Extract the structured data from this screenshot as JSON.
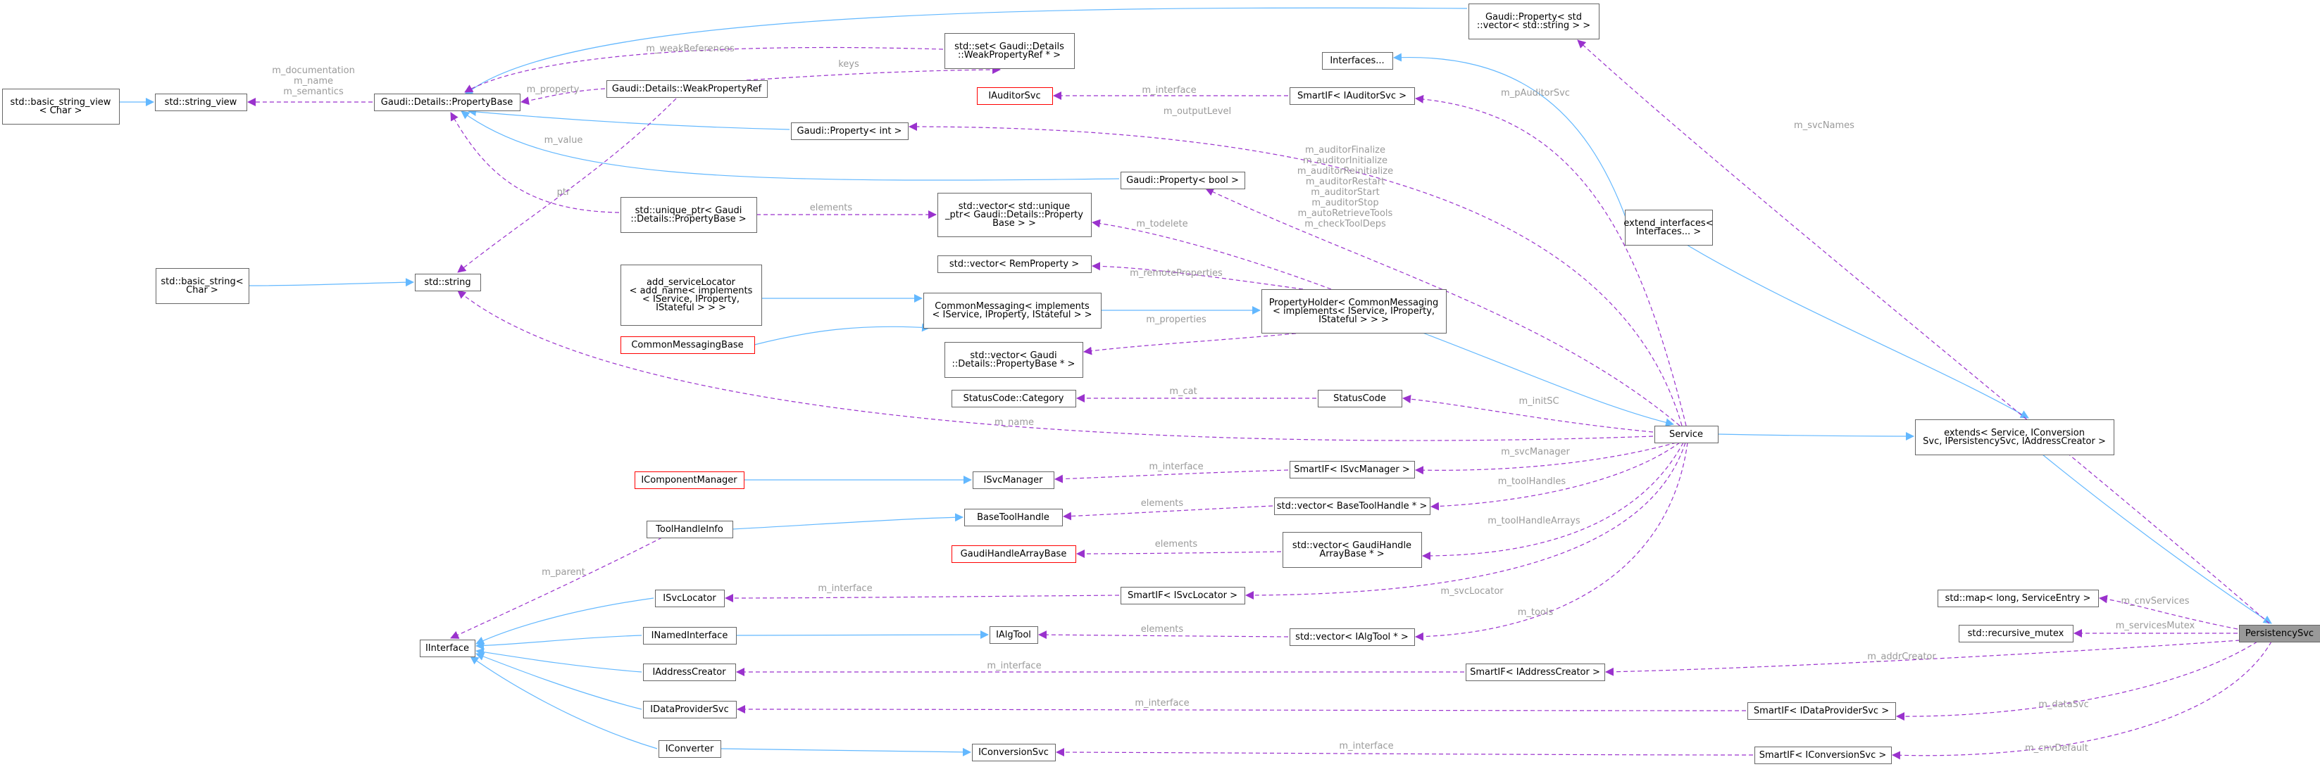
{
  "diagram": {
    "nodes": {
      "ps": {
        "lines": [
          "PersistencySvc"
        ],
        "style": "focus"
      },
      "ext": {
        "lines": [
          "extends< Service, IConversion",
          "Svc, IPersistencySvc, IAddressCreator >"
        ],
        "style": "normal"
      },
      "svc": {
        "lines": [
          "Service"
        ],
        "style": "normal"
      },
      "extint": {
        "lines": [
          "extend_interfaces<",
          "Interfaces... >"
        ],
        "style": "normal"
      },
      "ifaces": {
        "lines": [
          "Interfaces..."
        ],
        "style": "normal"
      },
      "phold": {
        "lines": [
          "PropertyHolder< CommonMessaging",
          "< implements< IService, IProperty,",
          "IStateful > > >"
        ],
        "style": "normal"
      },
      "cmsg": {
        "lines": [
          "CommonMessaging< implements",
          "< IService, IProperty, IStateful > >"
        ],
        "style": "normal"
      },
      "addsl": {
        "lines": [
          "add_serviceLocator",
          "< add_name< implements",
          "< IService, IProperty,",
          "IStateful > > >"
        ],
        "style": "normal"
      },
      "cmb": {
        "lines": [
          "CommonMessagingBase"
        ],
        "style": "red"
      },
      "pvecstr": {
        "lines": [
          "Gaudi::Property< std",
          "::vector< std::string > >"
        ],
        "style": "normal"
      },
      "pint": {
        "lines": [
          "Gaudi::Property< int >"
        ],
        "style": "normal"
      },
      "pbool": {
        "lines": [
          "Gaudi::Property< bool >"
        ],
        "style": "normal"
      },
      "pbase": {
        "lines": [
          "Gaudi::Details::PropertyBase"
        ],
        "style": "normal"
      },
      "wpref": {
        "lines": [
          "Gaudi::Details::WeakPropertyRef"
        ],
        "style": "normal"
      },
      "setwp": {
        "lines": [
          "std::set< Gaudi::Details",
          "::WeakPropertyRef * >"
        ],
        "style": "normal"
      },
      "sview": {
        "lines": [
          "std::string_view"
        ],
        "style": "normal"
      },
      "bsview": {
        "lines": [
          "std::basic_string_view",
          "< Char >"
        ],
        "style": "normal"
      },
      "str": {
        "lines": [
          "std::string"
        ],
        "style": "normal"
      },
      "bstr": {
        "lines": [
          "std::basic_string<",
          "Char >"
        ],
        "style": "normal"
      },
      "uptr": {
        "lines": [
          "std::unique_ptr< Gaudi",
          "::Details::PropertyBase >"
        ],
        "style": "normal"
      },
      "vecuptr": {
        "lines": [
          "std::vector< std::unique",
          "_ptr< Gaudi::Details::Property",
          "Base > >"
        ],
        "style": "normal"
      },
      "vecrem": {
        "lines": [
          "std::vector< RemProperty >"
        ],
        "style": "normal"
      },
      "vecpb": {
        "lines": [
          "std::vector< Gaudi",
          "::Details::PropertyBase * >"
        ],
        "style": "normal"
      },
      "iaud": {
        "lines": [
          "IAuditorSvc"
        ],
        "style": "red"
      },
      "sfaud": {
        "lines": [
          "SmartIF< IAuditorSvc >"
        ],
        "style": "normal"
      },
      "sccat": {
        "lines": [
          "StatusCode::Category"
        ],
        "style": "normal"
      },
      "sc": {
        "lines": [
          "StatusCode"
        ],
        "style": "normal"
      },
      "icm": {
        "lines": [
          "IComponentManager"
        ],
        "style": "red"
      },
      "isvcm": {
        "lines": [
          "ISvcManager"
        ],
        "style": "normal"
      },
      "sfsvcm": {
        "lines": [
          "SmartIF< ISvcManager >"
        ],
        "style": "normal"
      },
      "thinfo": {
        "lines": [
          "ToolHandleInfo"
        ],
        "style": "normal"
      },
      "bth": {
        "lines": [
          "BaseToolHandle"
        ],
        "style": "normal"
      },
      "vecbth": {
        "lines": [
          "std::vector< BaseToolHandle * >"
        ],
        "style": "normal"
      },
      "ghab": {
        "lines": [
          "GaudiHandleArrayBase"
        ],
        "style": "red"
      },
      "vecghab": {
        "lines": [
          "std::vector< GaudiHandle",
          "ArrayBase * >"
        ],
        "style": "normal"
      },
      "isl": {
        "lines": [
          "ISvcLocator"
        ],
        "style": "normal"
      },
      "sfsl": {
        "lines": [
          "SmartIF< ISvcLocator >"
        ],
        "style": "normal"
      },
      "iif": {
        "lines": [
          "IInterface"
        ],
        "style": "normal"
      },
      "inamed": {
        "lines": [
          "INamedInterface"
        ],
        "style": "normal"
      },
      "ialg": {
        "lines": [
          "IAlgTool"
        ],
        "style": "normal"
      },
      "vecalg": {
        "lines": [
          "std::vector< IAlgTool * >"
        ],
        "style": "normal"
      },
      "iaddr": {
        "lines": [
          "IAddressCreator"
        ],
        "style": "normal"
      },
      "sfaddr": {
        "lines": [
          "SmartIF< IAddressCreator >"
        ],
        "style": "normal"
      },
      "idp": {
        "lines": [
          "IDataProviderSvc"
        ],
        "style": "normal"
      },
      "sfdp": {
        "lines": [
          "SmartIF< IDataProviderSvc >"
        ],
        "style": "normal"
      },
      "iconv": {
        "lines": [
          "IConverter"
        ],
        "style": "normal"
      },
      "iconvs": {
        "lines": [
          "IConversionSvc"
        ],
        "style": "normal"
      },
      "sfconv": {
        "lines": [
          "SmartIF< IConversionSvc >"
        ],
        "style": "normal"
      },
      "mapse": {
        "lines": [
          "std::map< long, ServiceEntry >"
        ],
        "style": "normal"
      },
      "rmutex": {
        "lines": [
          "std::recursive_mutex"
        ],
        "style": "normal"
      }
    },
    "edges": [
      {
        "from": "ext",
        "to": "ps",
        "kind": "inherit",
        "labels": []
      },
      {
        "from": "svc",
        "to": "ext",
        "kind": "inherit",
        "labels": []
      },
      {
        "from": "extint",
        "to": "ext",
        "kind": "inherit",
        "labels": []
      },
      {
        "from": "ifaces",
        "to": "extint",
        "kind": "inherit",
        "labels": []
      },
      {
        "from": "phold",
        "to": "svc",
        "kind": "inherit",
        "labels": []
      },
      {
        "from": "cmsg",
        "to": "phold",
        "kind": "inherit",
        "labels": []
      },
      {
        "from": "addsl",
        "to": "cmsg",
        "kind": "inherit",
        "labels": []
      },
      {
        "from": "cmb",
        "to": "cmsg",
        "kind": "inherit",
        "labels": []
      },
      {
        "from": "pbase",
        "to": "pvecstr",
        "kind": "inherit",
        "labels": []
      },
      {
        "from": "pbase",
        "to": "pint",
        "kind": "inherit",
        "labels": []
      },
      {
        "from": "pbase",
        "to": "pbool",
        "kind": "inherit",
        "labels": []
      },
      {
        "from": "bsview",
        "to": "sview",
        "kind": "inherit",
        "labels": []
      },
      {
        "from": "bstr",
        "to": "str",
        "kind": "inherit",
        "labels": []
      },
      {
        "from": "icm",
        "to": "isvcm",
        "kind": "inherit",
        "labels": []
      },
      {
        "from": "thinfo",
        "to": "bth",
        "kind": "inherit",
        "labels": []
      },
      {
        "from": "iif",
        "to": "isl",
        "kind": "inherit",
        "labels": []
      },
      {
        "from": "iif",
        "to": "inamed",
        "kind": "inherit",
        "labels": []
      },
      {
        "from": "iif",
        "to": "iaddr",
        "kind": "inherit",
        "labels": []
      },
      {
        "from": "iif",
        "to": "idp",
        "kind": "inherit",
        "labels": []
      },
      {
        "from": "iif",
        "to": "iconv",
        "kind": "inherit",
        "labels": []
      },
      {
        "from": "inamed",
        "to": "ialg",
        "kind": "inherit",
        "labels": []
      },
      {
        "from": "iconv",
        "to": "iconvs",
        "kind": "inherit",
        "labels": []
      },
      {
        "from": "pvecstr",
        "to": "ps",
        "kind": "use",
        "labels": [
          "m_svcNames"
        ]
      },
      {
        "from": "mapse",
        "to": "ps",
        "kind": "use",
        "labels": [
          "m_cnvServices"
        ]
      },
      {
        "from": "rmutex",
        "to": "ps",
        "kind": "use",
        "labels": [
          "m_servicesMutex"
        ]
      },
      {
        "from": "sfaddr",
        "to": "ps",
        "kind": "use",
        "labels": [
          "m_addrCreator"
        ]
      },
      {
        "from": "sfdp",
        "to": "ps",
        "kind": "use",
        "labels": [
          "m_dataSvc"
        ]
      },
      {
        "from": "sfconv",
        "to": "ps",
        "kind": "use",
        "labels": [
          "m_cnvDefault"
        ]
      },
      {
        "from": "sfaud",
        "to": "svc",
        "kind": "use",
        "labels": [
          "m_pAuditorSvc"
        ]
      },
      {
        "from": "pint",
        "to": "svc",
        "kind": "use",
        "labels": [
          "m_outputLevel"
        ]
      },
      {
        "from": "pbool",
        "to": "svc",
        "kind": "use",
        "labels": [
          "m_auditorFinalize",
          "m_auditorInitialize",
          "m_auditorReinitialize",
          "m_auditorRestart",
          "m_auditorStart",
          "m_auditorStop",
          "m_autoRetrieveTools",
          "m_checkToolDeps"
        ]
      },
      {
        "from": "sc",
        "to": "svc",
        "kind": "use",
        "labels": [
          "m_initSC"
        ]
      },
      {
        "from": "str",
        "to": "svc",
        "kind": "use",
        "labels": [
          "m_name"
        ]
      },
      {
        "from": "sfsvcm",
        "to": "svc",
        "kind": "use",
        "labels": [
          "m_svcManager"
        ]
      },
      {
        "from": "vecbth",
        "to": "svc",
        "kind": "use",
        "labels": [
          "m_toolHandles"
        ]
      },
      {
        "from": "vecghab",
        "to": "svc",
        "kind": "use",
        "labels": [
          "m_toolHandleArrays"
        ]
      },
      {
        "from": "sfsl",
        "to": "svc",
        "kind": "use",
        "labels": [
          "m_svcLocator"
        ]
      },
      {
        "from": "vecalg",
        "to": "svc",
        "kind": "use",
        "labels": [
          "m_tools"
        ]
      },
      {
        "from": "vecuptr",
        "to": "phold",
        "kind": "use",
        "labels": [
          "m_todelete"
        ]
      },
      {
        "from": "vecrem",
        "to": "phold",
        "kind": "use",
        "labels": [
          "m_remoteProperties"
        ]
      },
      {
        "from": "vecpb",
        "to": "phold",
        "kind": "use",
        "labels": [
          "m_properties"
        ]
      },
      {
        "from": "sview",
        "to": "pbase",
        "kind": "use",
        "labels": [
          "m_documentation",
          "m_name",
          "m_semantics"
        ]
      },
      {
        "from": "setwp",
        "to": "pbase",
        "kind": "use",
        "labels": [
          "m_weakReferences"
        ]
      },
      {
        "from": "wpref",
        "to": "pbase",
        "kind": "use",
        "labels": [
          "m_property"
        ]
      },
      {
        "from": "uptr",
        "to": "pbase",
        "kind": "use",
        "labels": [
          "ptr"
        ]
      },
      {
        "from": "wpref",
        "to": "setwp",
        "kind": "use",
        "labels": [
          "keys"
        ]
      },
      {
        "from": "str",
        "to": "wpref",
        "kind": "use",
        "labels": [
          "m_value"
        ]
      },
      {
        "from": "uptr",
        "to": "vecuptr",
        "kind": "use",
        "labels": [
          "elements"
        ]
      },
      {
        "from": "iaud",
        "to": "sfaud",
        "kind": "use",
        "labels": [
          "m_interface"
        ]
      },
      {
        "from": "sccat",
        "to": "sc",
        "kind": "use",
        "labels": [
          "m_cat"
        ]
      },
      {
        "from": "isvcm",
        "to": "sfsvcm",
        "kind": "use",
        "labels": [
          "m_interface"
        ]
      },
      {
        "from": "bth",
        "to": "vecbth",
        "kind": "use",
        "labels": [
          "elements"
        ]
      },
      {
        "from": "ghab",
        "to": "vecghab",
        "kind": "use",
        "labels": [
          "elements"
        ]
      },
      {
        "from": "isl",
        "to": "sfsl",
        "kind": "use",
        "labels": [
          "m_interface"
        ]
      },
      {
        "from": "ialg",
        "to": "vecalg",
        "kind": "use",
        "labels": [
          "elements"
        ]
      },
      {
        "from": "iaddr",
        "to": "sfaddr",
        "kind": "use",
        "labels": [
          "m_interface"
        ]
      },
      {
        "from": "idp",
        "to": "sfdp",
        "kind": "use",
        "labels": [
          "m_interface"
        ]
      },
      {
        "from": "iconvs",
        "to": "sfconv",
        "kind": "use",
        "labels": [
          "m_interface"
        ]
      },
      {
        "from": "iif",
        "to": "thinfo",
        "kind": "use",
        "labels": [
          "m_parent"
        ]
      }
    ]
  },
  "colors": {
    "node_border": "#666666",
    "node_fill": "#ffffff",
    "red_border": "#ff0000",
    "focus_fill": "#999999",
    "text": "#000000",
    "label": "#9a9a9a",
    "inherit_edge": "#63b8ff",
    "use_edge": "#9a32cd"
  }
}
